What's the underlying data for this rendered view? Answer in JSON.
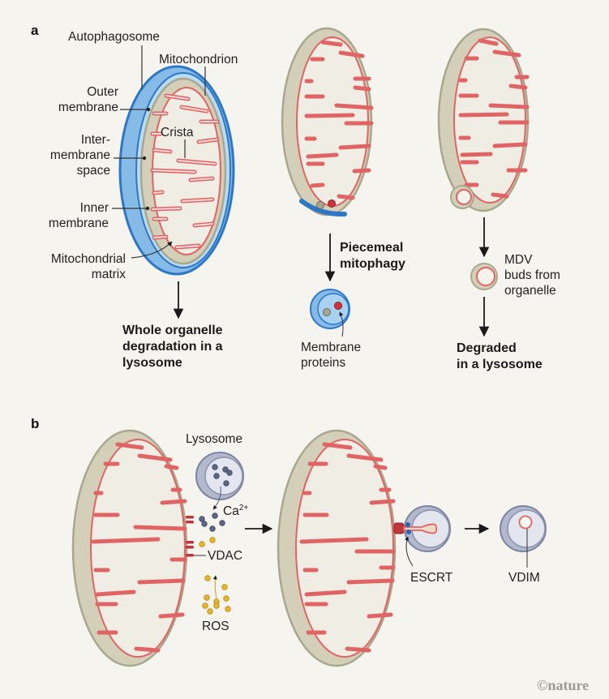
{
  "panel_a": {
    "label": "a",
    "whole": {
      "labels": {
        "autophagosome": "Autophagosome",
        "mitochondrion": "Mitochondrion",
        "outer_membrane": [
          "Outer",
          "membrane"
        ],
        "crista": "Crista",
        "intermembrane_space": [
          "Inter-",
          "membrane",
          "space"
        ],
        "inner_membrane": [
          "Inner",
          "membrane"
        ],
        "matrix": [
          "Mitochondrial",
          "matrix"
        ]
      },
      "outcome": [
        "Whole organelle",
        "degradation in a",
        "lysosome"
      ]
    },
    "piecemeal": {
      "step": [
        "Piecemeal",
        "mitophagy"
      ],
      "proteins_label": [
        "Membrane",
        "proteins"
      ]
    },
    "mdv": {
      "label": [
        "MDV",
        "buds from",
        "organelle"
      ],
      "outcome": [
        "Degraded",
        "in a lysosome"
      ]
    }
  },
  "panel_b": {
    "label": "b",
    "lysosome": "Lysosome",
    "calcium": "Ca",
    "calcium_sup": "2+",
    "vdac": "VDAC",
    "ros": "ROS",
    "escrt": "ESCRT",
    "vdim": "VDIM"
  },
  "credit": "©nature",
  "colors": {
    "background": "#f5f4ee",
    "mito_outer": "#cfcbb4",
    "mito_rim": "#a9a78e",
    "mito_inner": "#efede4",
    "crista": "#e06464",
    "autophagosome": "#7fb6e6",
    "autophagosome_edge": "#2d77c6",
    "lysosome": "#b9bfd2",
    "calcium": "#5a6785",
    "ros": "#e9b430",
    "vdac": "#c0363a",
    "escrt": "#2a63b4"
  }
}
